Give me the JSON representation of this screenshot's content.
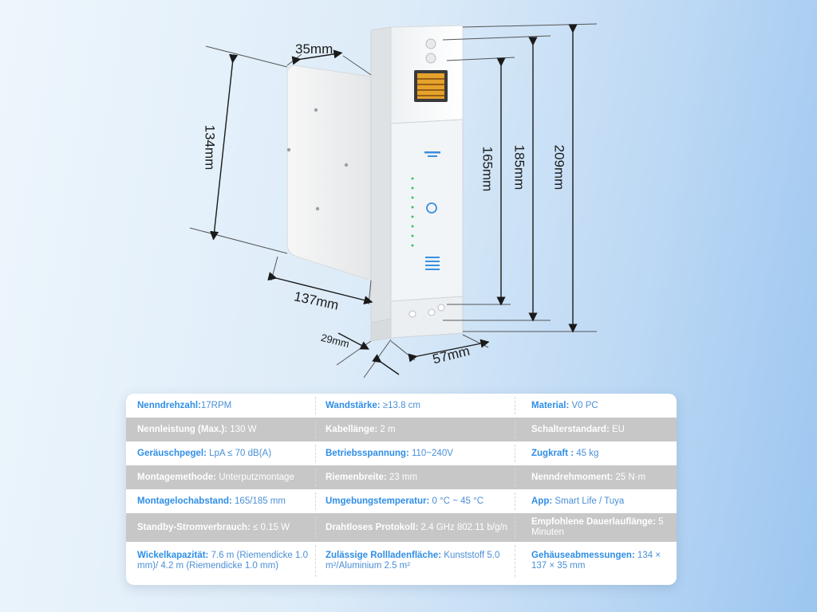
{
  "dimensions": {
    "depth": "35mm",
    "height_back": "134mm",
    "width_side": "137mm",
    "front_depth": "29mm",
    "front_width": "57mm",
    "height_inner": "165mm",
    "height_mid": "185mm",
    "height_total": "209mm"
  },
  "specs": [
    [
      {
        "label": "Nenndrehzahl:",
        "value": "17RPM"
      },
      {
        "label": "Wandstärke:",
        "value": " ≥13.8 cm"
      },
      {
        "label": "Material:",
        "value": " V0 PC"
      }
    ],
    [
      {
        "label": "Nennleistung (Max.):",
        "value": " 130 W"
      },
      {
        "label": "Kabellänge:",
        "value": " 2 m"
      },
      {
        "label": "Schalterstandard:",
        "value": " EU"
      }
    ],
    [
      {
        "label": "Geräuschpegel:",
        "value": " LpA ≤ 70 dB(A)"
      },
      {
        "label": "Betriebsspannung:",
        "value": " 110~240V"
      },
      {
        "label": "Zugkraft :",
        "value": " 45 kg"
      }
    ],
    [
      {
        "label": "Montagemethode:",
        "value": " Unterputzmontage"
      },
      {
        "label": "Riemenbreite:",
        "value": " 23 mm"
      },
      {
        "label": "Nenndrehmoment:",
        "value": " 25 N·m"
      }
    ],
    [
      {
        "label": "Montagelochabstand:",
        "value": "  165/185 mm"
      },
      {
        "label": "Umgebungstemperatur:",
        "value": " 0 °C ~ 45 °C"
      },
      {
        "label": "App:",
        "value": " Smart Life / Tuya"
      }
    ],
    [
      {
        "label": "Standby-Stromverbrauch:",
        "value": " ≤ 0.15 W"
      },
      {
        "label": "Drahtloses Protokoll:",
        "value": " 2.4 GHz 802.11 b/g/n"
      },
      {
        "label": "Empfohlene Dauerlauflänge:",
        "value": " 5 Minuten"
      }
    ],
    [
      {
        "label": "Wickelkapazität:",
        "value": " 7.6 m (Riemendicke 1.0 mm)/ 4.2 m (Riemendicke 1.0 mm)"
      },
      {
        "label": "Zulässige Rollladenfläche:",
        "value": " Kunststoff 5.0 m²/Aluminium 2.5 m²"
      },
      {
        "label": "Gehäuseabmessungen:",
        "value": " 134 × 137 × 35 mm"
      }
    ]
  ]
}
